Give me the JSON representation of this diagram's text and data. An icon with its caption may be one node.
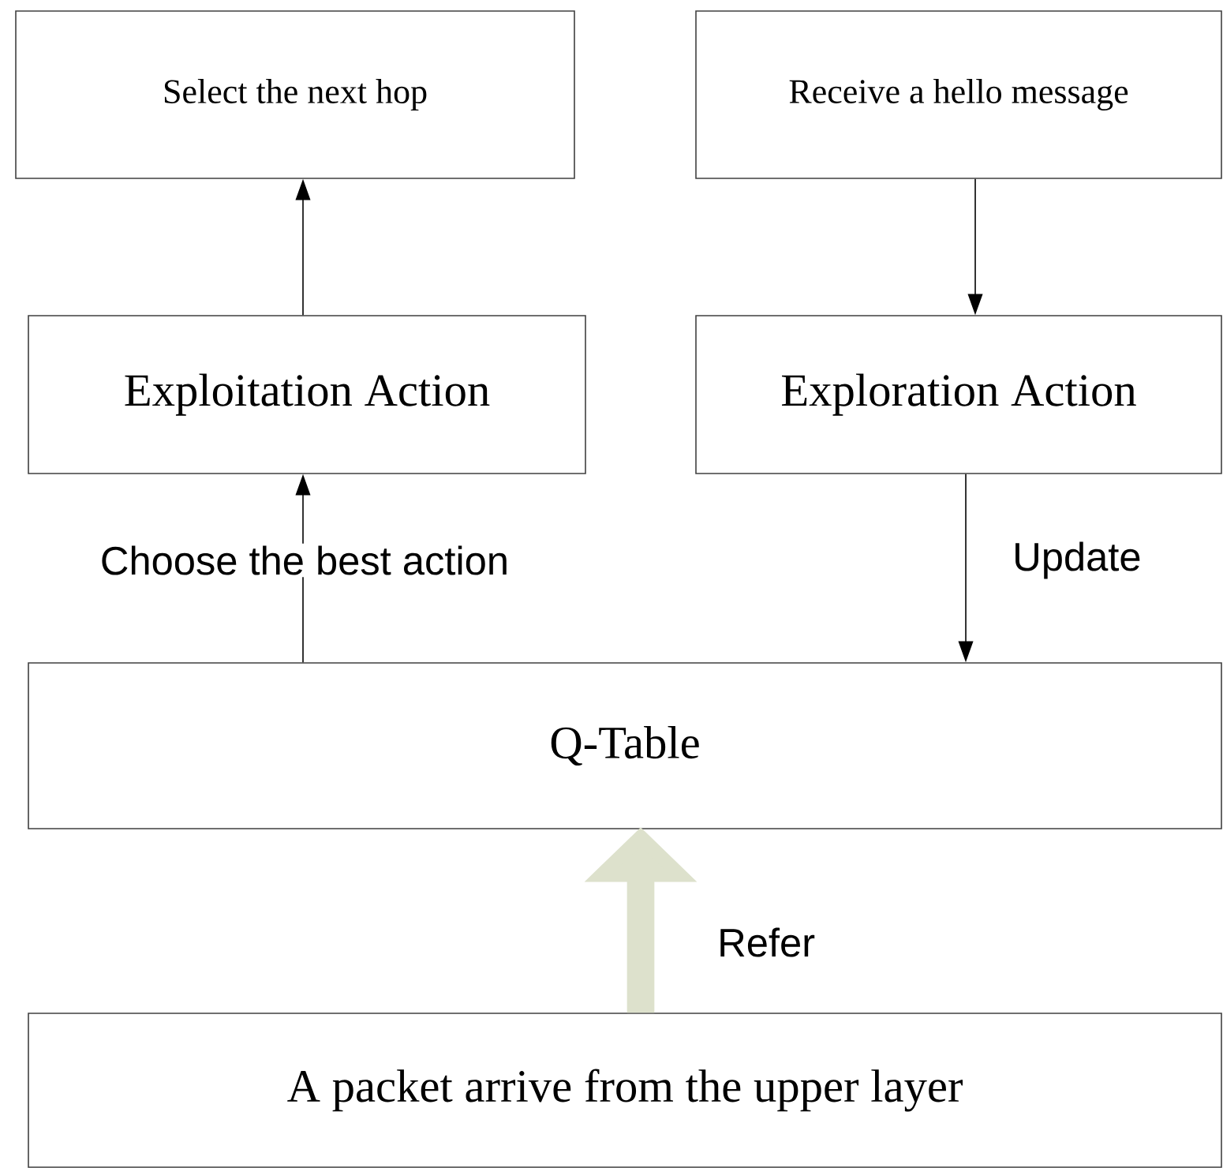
{
  "diagram": {
    "nodes": [
      {
        "text": [
          "Select the next hop"
        ]
      },
      {
        "text": [
          "Receive a hello message"
        ]
      },
      {
        "text": [
          "Exploitation Action"
        ]
      },
      {
        "text": [
          "Exploration Action"
        ]
      },
      {
        "text": [
          "Q-Table"
        ]
      },
      {
        "text": [
          "A packet arrive from the upper layer"
        ]
      }
    ],
    "edges": [
      {
        "from": 2,
        "to": 0,
        "arrow": "to"
      },
      {
        "from": 1,
        "to": 3,
        "arrow": "to"
      },
      {
        "from": 4,
        "to": 2,
        "arrow": "to",
        "label": "Choose the best action"
      },
      {
        "from": 3,
        "to": 4,
        "arrow": "to",
        "label": "Update"
      },
      {
        "from": 5,
        "to": 4,
        "arrow": "to",
        "label": "Refer",
        "style": "thick",
        "color": "#dde1cc"
      }
    ]
  }
}
